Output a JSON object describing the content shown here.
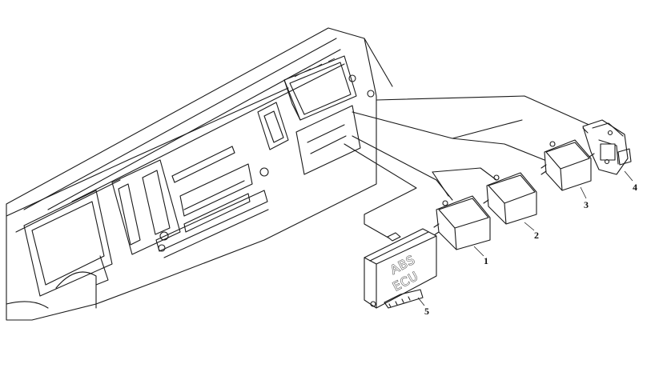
{
  "diagram": {
    "ecu_label_line1": "ABS",
    "ecu_label_line2": "ECU",
    "callouts": [
      "1",
      "2",
      "3",
      "4",
      "5"
    ]
  }
}
